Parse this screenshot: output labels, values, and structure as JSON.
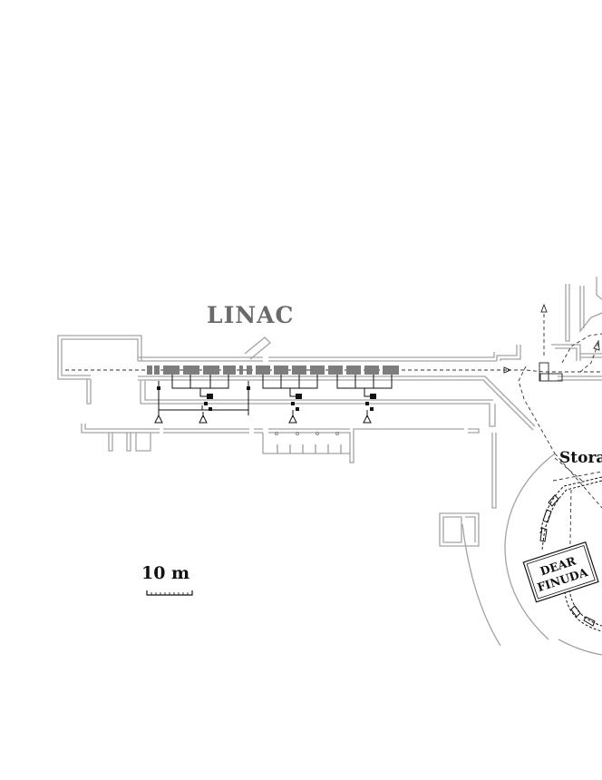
{
  "labels": {
    "linac": "LINAC",
    "scale": "10 m",
    "storage": "Stora",
    "experiment_line1": "DEAR",
    "experiment_line2": "FINUDA"
  }
}
